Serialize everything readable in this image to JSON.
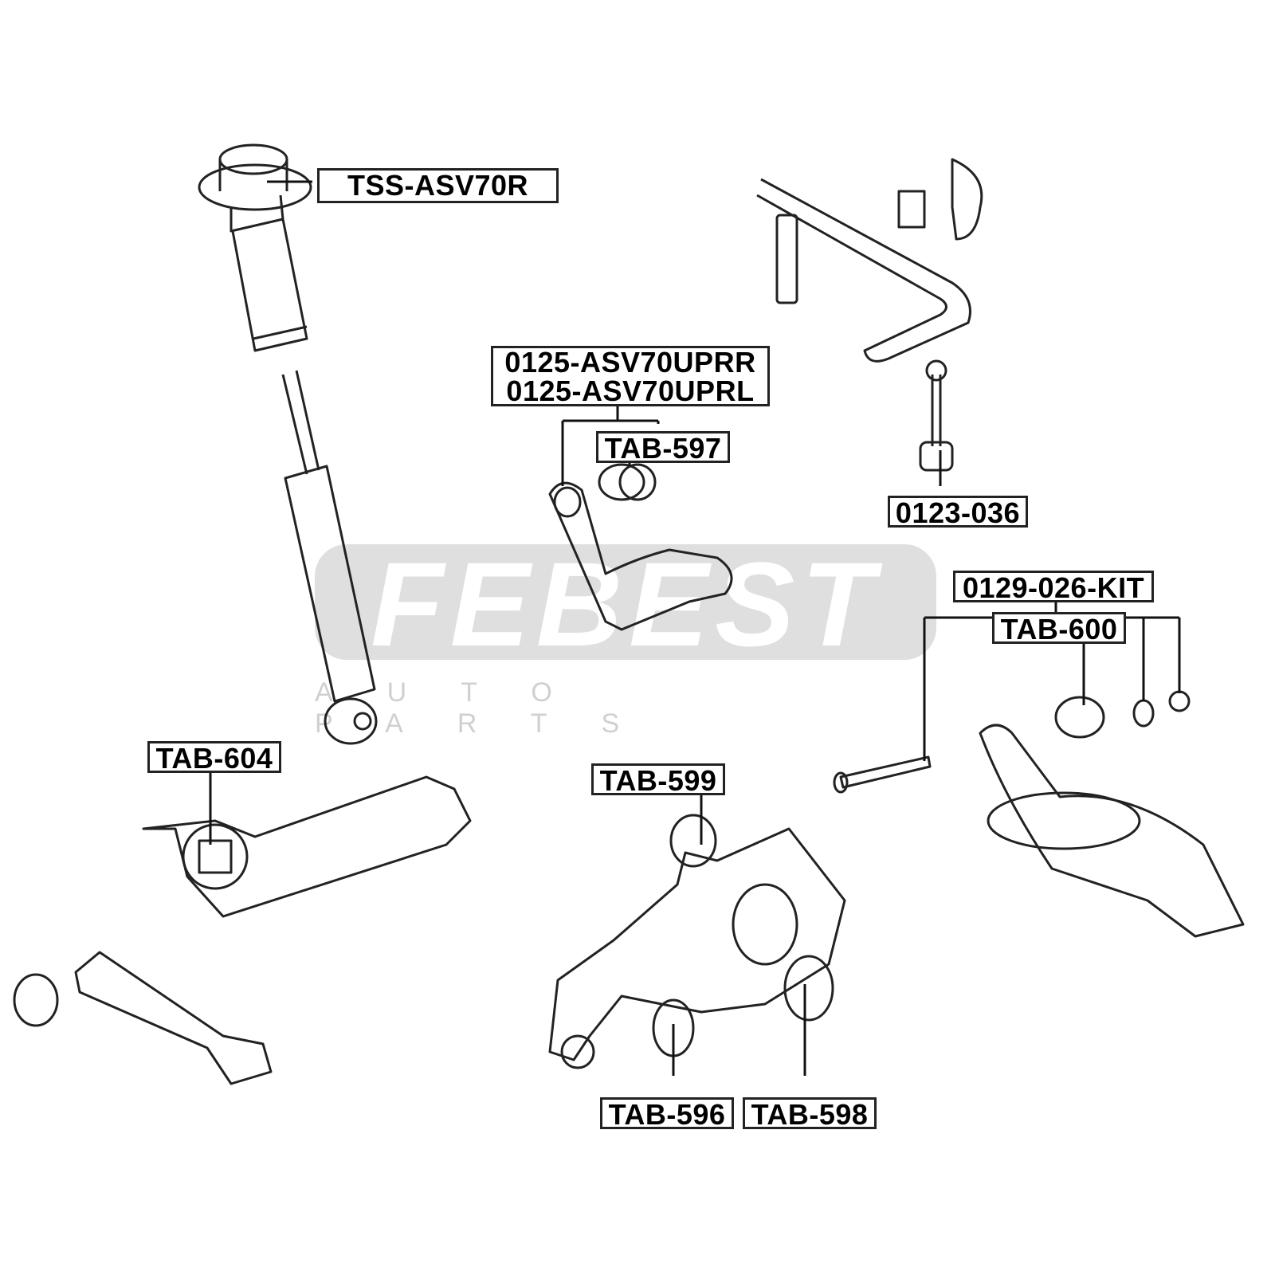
{
  "watermark": {
    "brand": "FEBEST",
    "tagline": "AUTO PARTS"
  },
  "parts": {
    "strut_mount": "TSS-ASV70R",
    "upper_arm_rr": "0125-ASV70UPRR",
    "upper_arm_rl": "0125-ASV70UPRL",
    "bushing_597": "TAB-597",
    "stabilizer_link": "0123-036",
    "camber_kit": "0129-026-KIT",
    "bushing_600": "TAB-600",
    "bushing_604": "TAB-604",
    "bushing_599": "TAB-599",
    "bushing_596": "TAB-596",
    "bushing_598": "TAB-598"
  }
}
